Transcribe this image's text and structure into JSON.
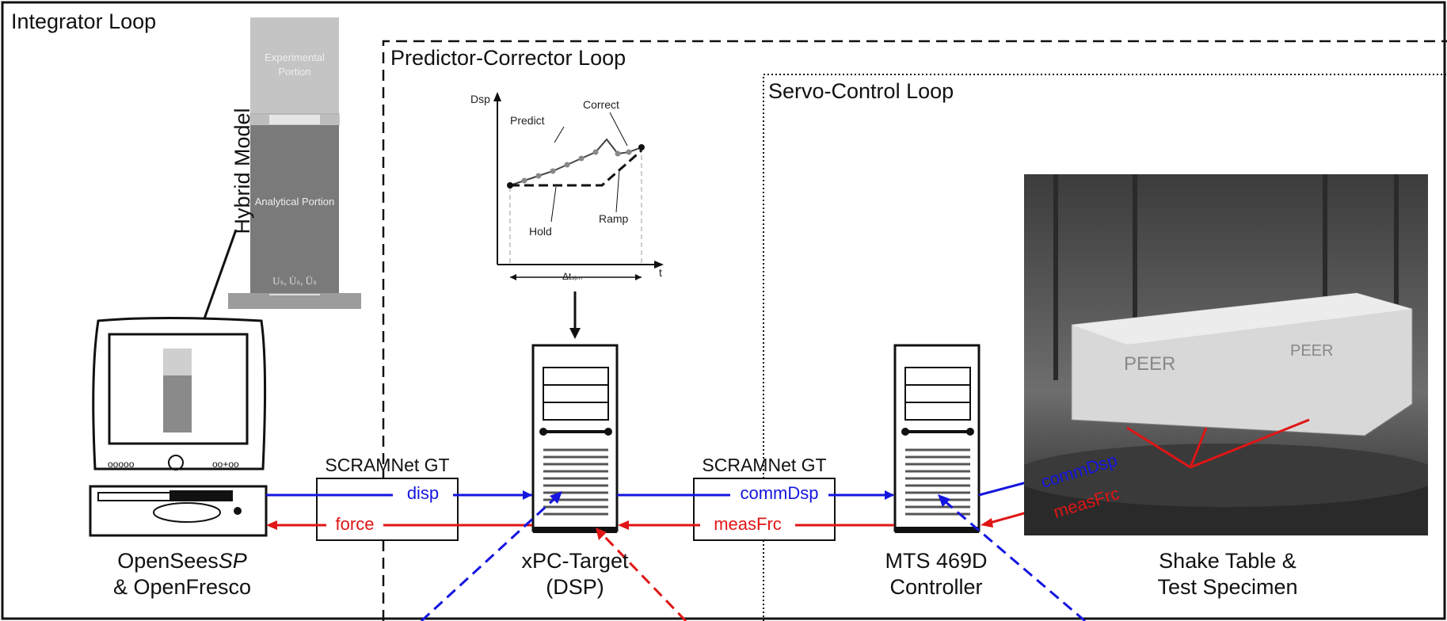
{
  "loops": {
    "integrator": "Integrator Loop",
    "predictor_corrector": "Predictor-Corrector Loop",
    "servo_control": "Servo-Control Loop"
  },
  "hybrid_model": {
    "label": "Hybrid Model",
    "experimental": "Experimental Portion",
    "analytical": "Analytical Portion",
    "base_dofs": "Uₛ, U̇ₛ, Üₛ"
  },
  "chart": {
    "y_axis": "Dsp",
    "x_axis": "t",
    "predict": "Predict",
    "correct": "Correct",
    "hold": "Hold",
    "ramp": "Ramp",
    "interval": "Δtₛᵢₘ"
  },
  "links": {
    "link1_title": "SCRAMNet GT",
    "link1_top": "disp",
    "link1_bottom": "force",
    "link2_title": "SCRAMNet GT",
    "link2_top": "commDsp",
    "link2_bottom": "measFrc",
    "photo_top": "commDsp",
    "photo_bottom": "measFrc"
  },
  "captions": {
    "opensees_line1_a": "OpenSees",
    "opensees_line1_b": "SP",
    "opensees_line2": "& OpenFresco",
    "xpc_line1": "xPC-Target",
    "xpc_line2": "(DSP)",
    "mts_line1": "MTS 469D",
    "mts_line2": "Controller",
    "shake_line1": "Shake Table &",
    "shake_line2": "Test Specimen"
  },
  "photo": {
    "brand": "PEER"
  },
  "colors": {
    "disp": "#1515e0",
    "force": "#e01515",
    "frame": "#111111"
  }
}
